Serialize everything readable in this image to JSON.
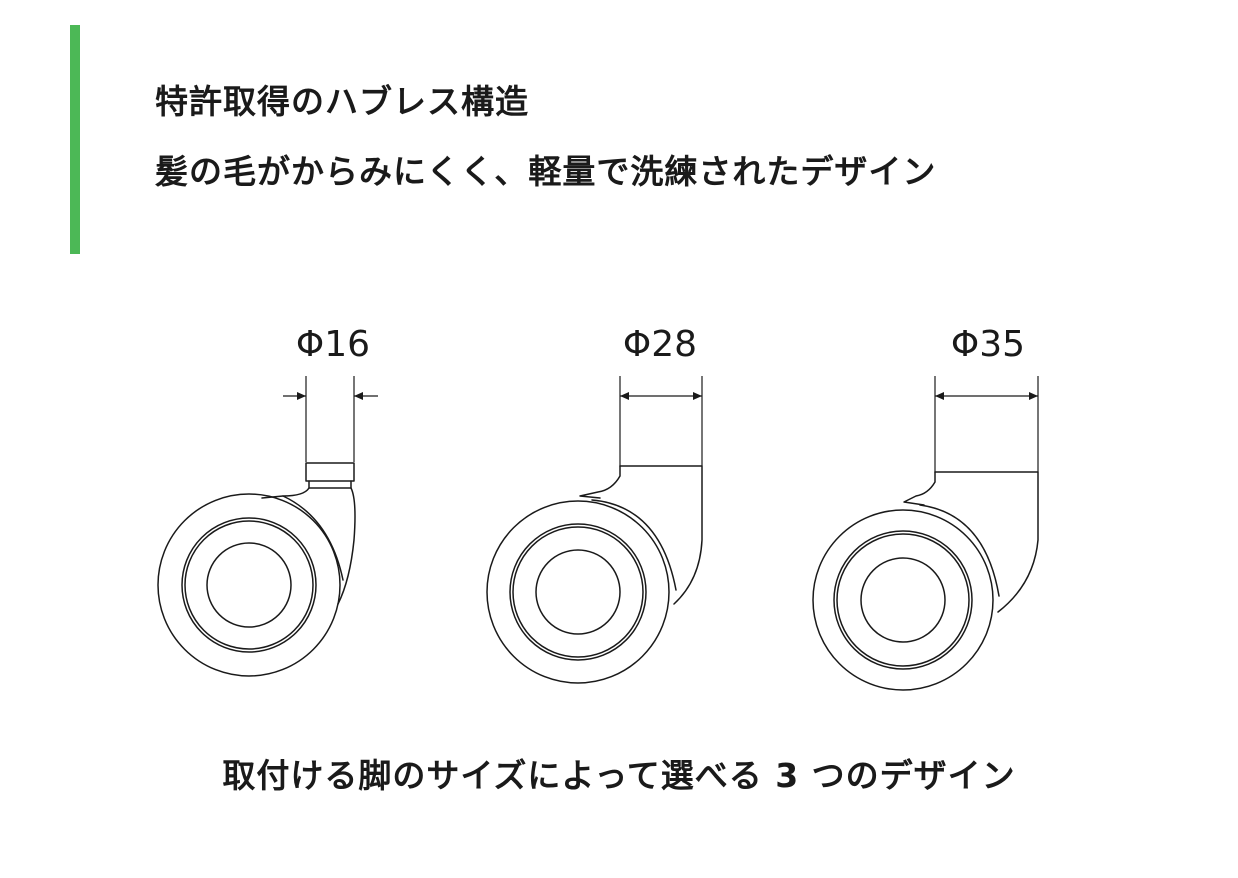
{
  "header": {
    "accent_color": "#4cb856",
    "line1": "特許取得のハブレス構造",
    "line2": "髪の毛がからみにくく、軽量で洗練されたデザイン"
  },
  "casters": [
    {
      "size_label": "Φ16"
    },
    {
      "size_label": "Φ28"
    },
    {
      "size_label": "Φ35"
    }
  ],
  "footer": {
    "caption": "取付ける脚のサイズによって選べる 3 つのデザイン"
  }
}
